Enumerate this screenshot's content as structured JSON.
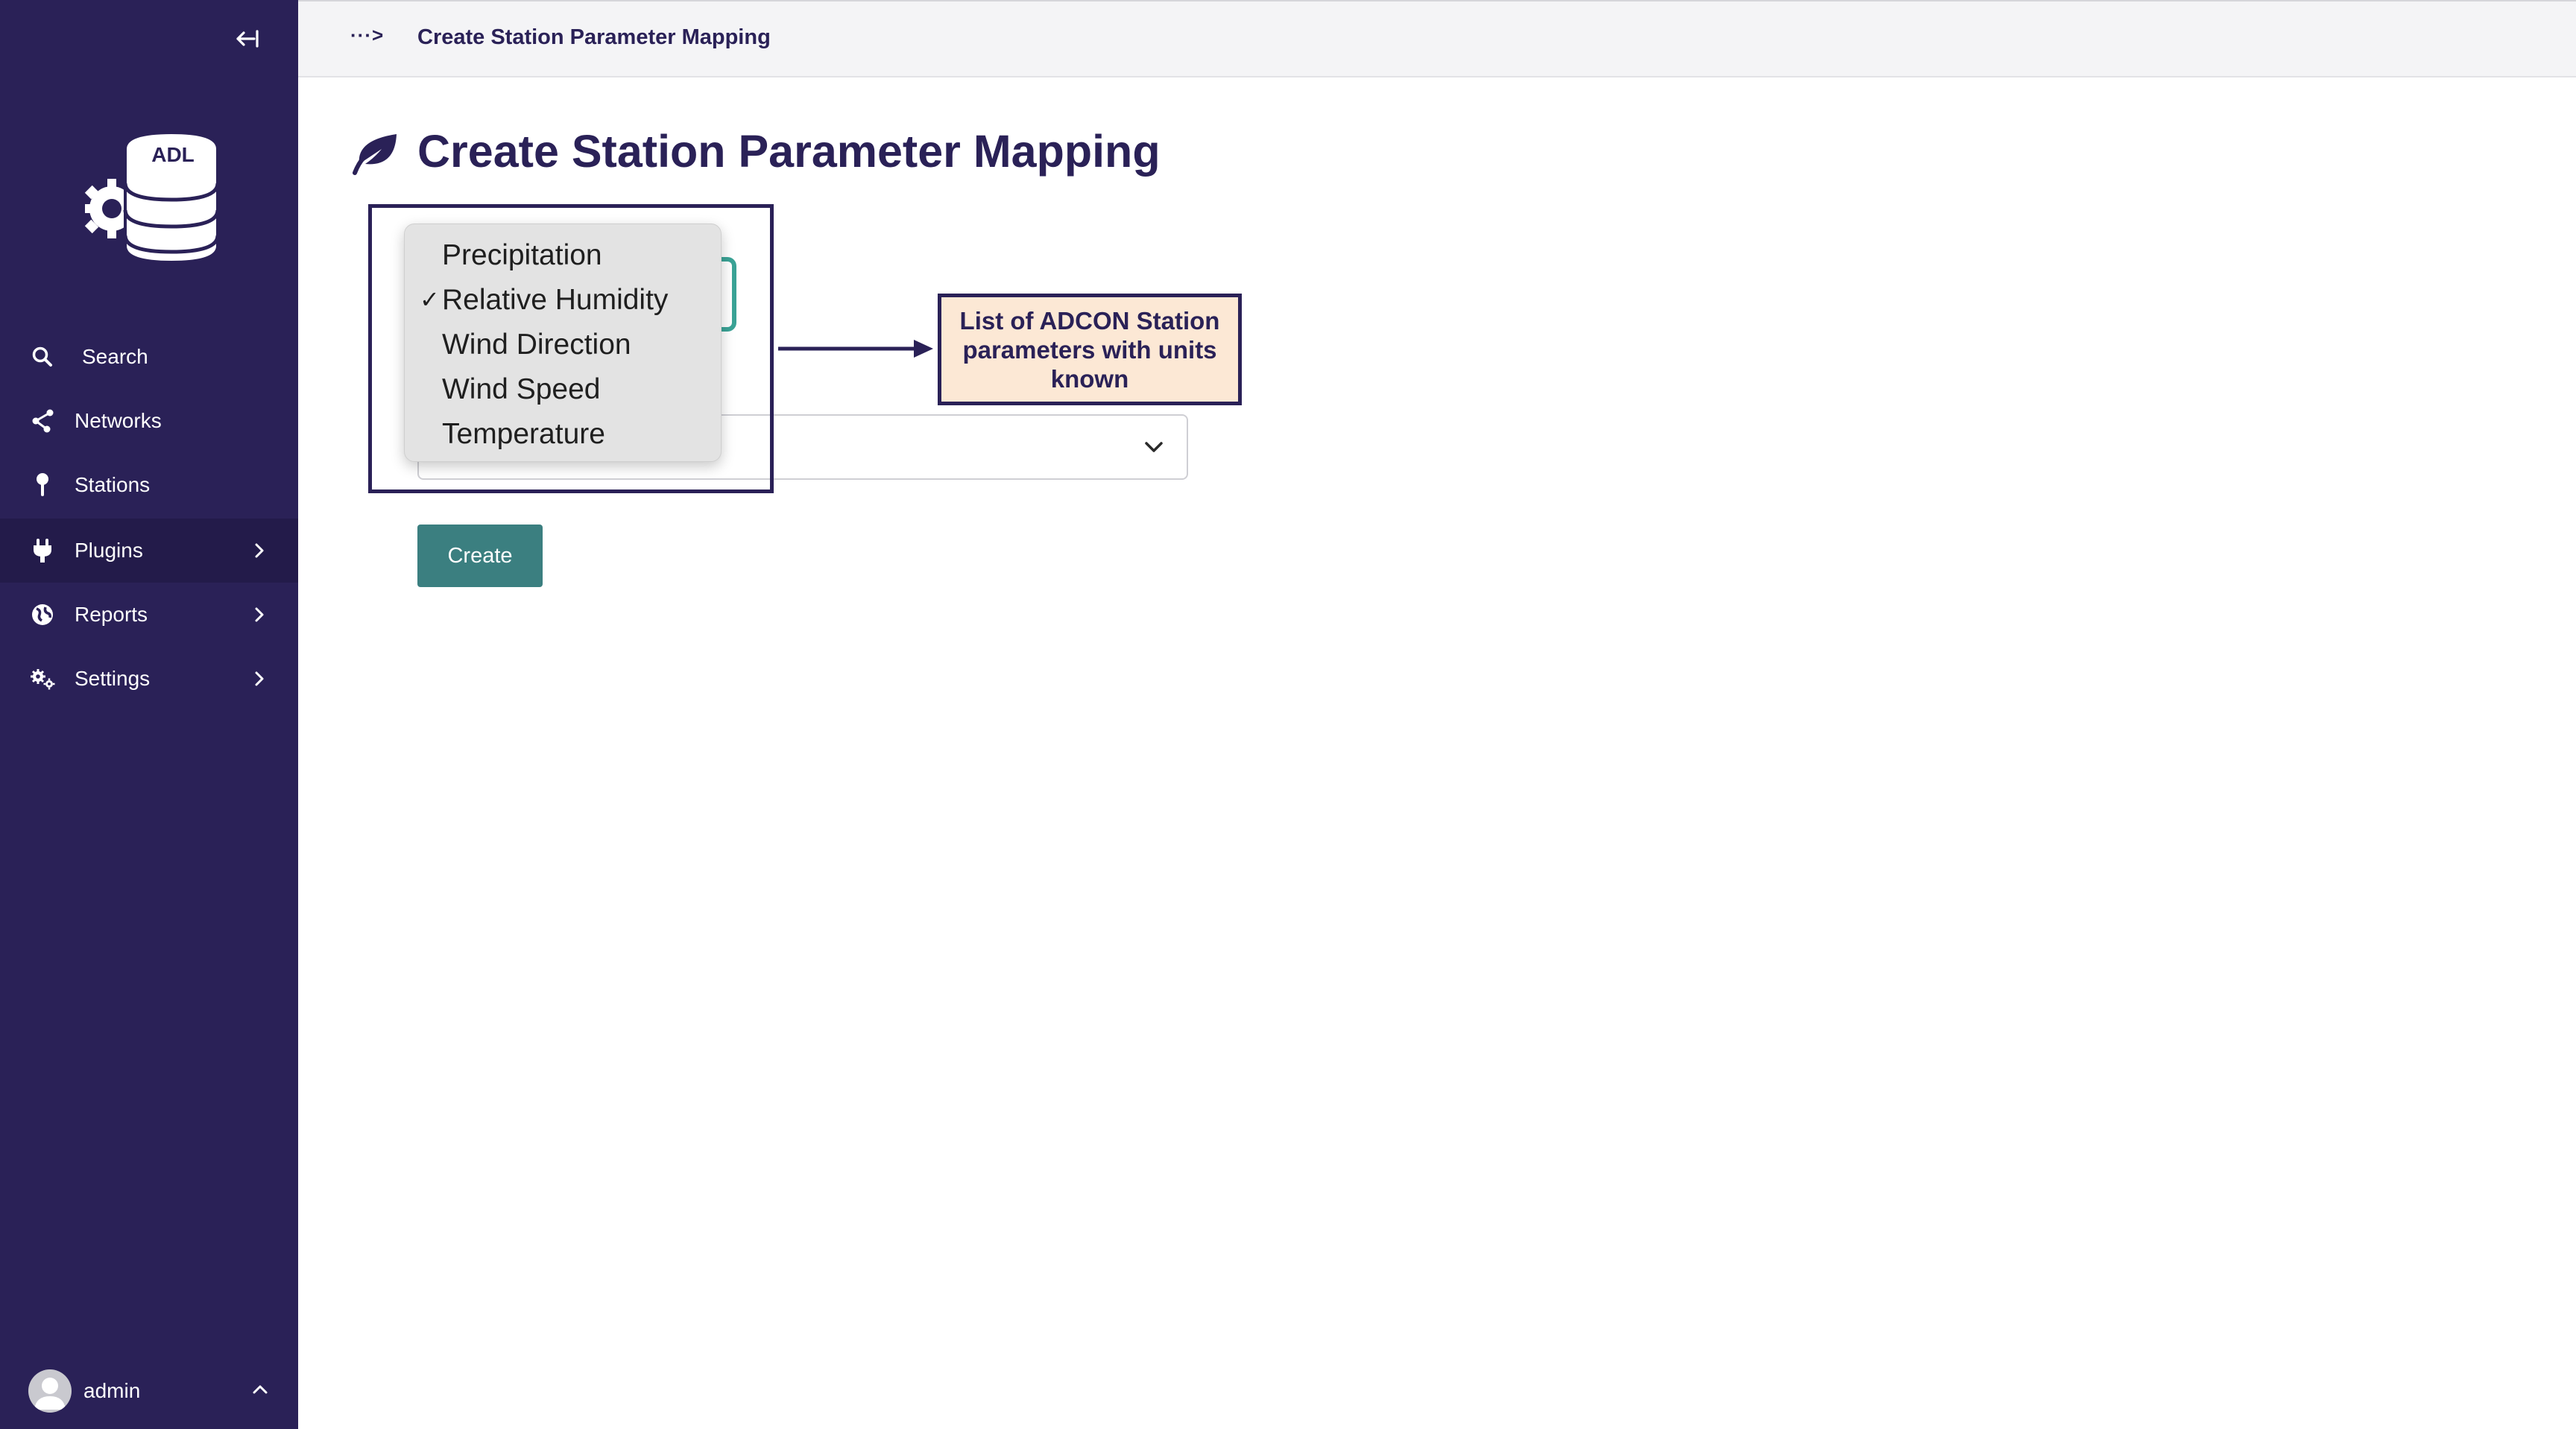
{
  "sidebar": {
    "logo_text": "ADL",
    "items": [
      {
        "label": "Search",
        "icon": "search-icon"
      },
      {
        "label": "Networks",
        "icon": "send-icon"
      },
      {
        "label": "Stations",
        "icon": "map-pin-icon"
      },
      {
        "label": "Plugins",
        "icon": "plug-icon",
        "active": true,
        "has_submenu": true
      },
      {
        "label": "Reports",
        "icon": "globe-icon",
        "has_submenu": true
      },
      {
        "label": "Settings",
        "icon": "gears-icon",
        "has_submenu": true
      }
    ],
    "user": {
      "name": "admin"
    }
  },
  "topbar": {
    "breadcrumb_sep": "···>",
    "breadcrumb_current": "Create Station Parameter Mapping"
  },
  "page": {
    "title": "Create Station Parameter Mapping",
    "create_label": "Create"
  },
  "dropdown": {
    "options": [
      {
        "label": "Precipitation",
        "selected": false
      },
      {
        "label": "Relative Humidity",
        "selected": true
      },
      {
        "label": "Wind Direction",
        "selected": false
      },
      {
        "label": "Wind Speed",
        "selected": false
      },
      {
        "label": "Temperature",
        "selected": false
      }
    ],
    "check_mark": "✓"
  },
  "annotation": {
    "text": "List of ADCON Station parameters with units known"
  },
  "colors": {
    "sidebar_bg": "#2a2157",
    "accent": "#3b7f80",
    "callout_bg": "#fce8d5"
  }
}
